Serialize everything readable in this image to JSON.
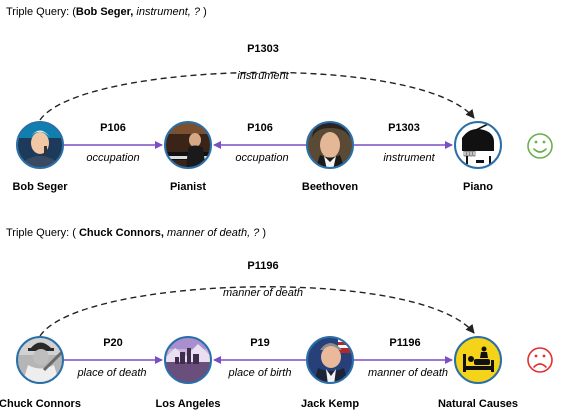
{
  "query1": {
    "prefix": "Triple Query: (",
    "subject": "Bob Seger,",
    "relation": " instrument, ? ",
    "suffix": ")"
  },
  "query2": {
    "prefix": "Triple Query: ( ",
    "subject": "Chuck Connors,",
    "relation": " manner of death, ? ",
    "suffix": ")"
  },
  "row1": {
    "nodes": [
      {
        "label": "Bob Seger",
        "icon": "photo-rock-singer"
      },
      {
        "label": "Pianist",
        "icon": "photo-pianist"
      },
      {
        "label": "Beethoven",
        "icon": "portrait-beethoven"
      },
      {
        "label": "Piano",
        "icon": "grand-piano-icon"
      }
    ],
    "edges": [
      {
        "id": "P106",
        "relation": "occupation",
        "direction": "forward"
      },
      {
        "id": "P106",
        "relation": "occupation",
        "direction": "backward"
      },
      {
        "id": "P1303",
        "relation": "instrument",
        "direction": "forward"
      }
    ],
    "query_edge": {
      "id": "P1303",
      "relation": "instrument"
    },
    "outcome": {
      "icon": "smiley-happy-icon",
      "color": "#6ab04c"
    }
  },
  "row2": {
    "nodes": [
      {
        "label": "Chuck Connors",
        "icon": "photo-baseball-player"
      },
      {
        "label": "Los Angeles",
        "icon": "photo-city-skyline"
      },
      {
        "label": "Jack Kemp",
        "icon": "photo-politician"
      },
      {
        "label": "Natural Causes",
        "icon": "bed-patient-icon"
      }
    ],
    "edges": [
      {
        "id": "P20",
        "relation": "place of death",
        "direction": "forward"
      },
      {
        "id": "P19",
        "relation": "place of birth",
        "direction": "backward"
      },
      {
        "id": "P1196",
        "relation": "manner of death",
        "direction": "forward"
      }
    ],
    "query_edge": {
      "id": "P1196",
      "relation": "manner of death"
    },
    "outcome": {
      "icon": "smiley-sad-icon",
      "color": "#e03030"
    }
  },
  "colors": {
    "edge": "#7b4fc4",
    "node_ring": "#2a6fa8",
    "dashed": "#222222"
  }
}
